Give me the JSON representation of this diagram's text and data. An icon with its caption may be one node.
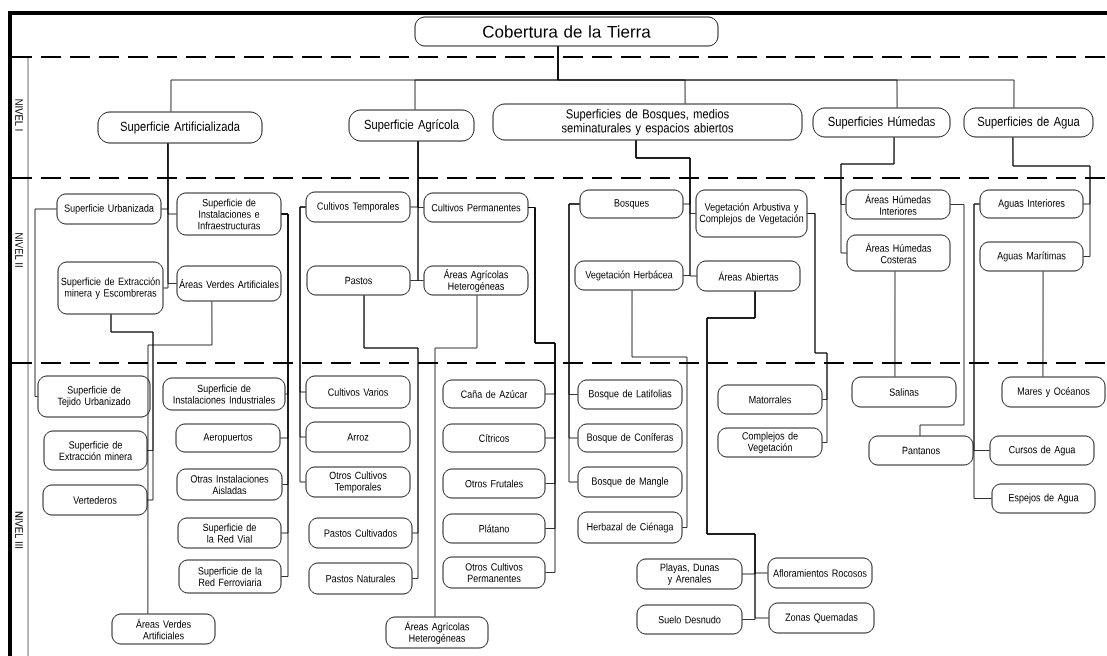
{
  "diagram": {
    "nodes": [
      {
        "text": [
          "Cobertura de la Tierra"
        ]
      },
      {
        "text": [
          "Superficie Artificializada"
        ]
      },
      {
        "text": [
          "Superficie Agrícola"
        ]
      },
      {
        "text": [
          "Superficies de Bosques, medios seminaturales y espacios abiertos"
        ]
      },
      {
        "text": [
          "Superficies Húmedas"
        ]
      },
      {
        "text": [
          "Superficies de Agua"
        ]
      },
      {
        "text": [
          "Superficie Urbanizada"
        ]
      },
      {
        "text": [
          "Superficie de Instalaciones e Infraestructuras"
        ]
      },
      {
        "text": [
          "Superficie de Extracción minera y Escombreras"
        ]
      },
      {
        "text": [
          "Áreas Verdes Artificiales"
        ]
      },
      {
        "text": [
          "Cultivos Temporales"
        ]
      },
      {
        "text": [
          "Cultivos Permanentes"
        ]
      },
      {
        "text": [
          "Pastos"
        ]
      },
      {
        "text": [
          "Áreas Agrícolas Heterogéneas"
        ]
      },
      {
        "text": [
          "Bosques"
        ]
      },
      {
        "text": [
          "Vegetación Arbustiva y Complejos de Vegetación"
        ]
      },
      {
        "text": [
          "Vegetación Herbácea"
        ]
      },
      {
        "text": [
          "Áreas Abiertas"
        ]
      },
      {
        "text": [
          "Áreas Húmedas Interiores"
        ]
      },
      {
        "text": [
          "Áreas Húmedas Costeras"
        ]
      },
      {
        "text": [
          "Aguas Interiores"
        ]
      },
      {
        "text": [
          "Aguas Marítimas"
        ]
      },
      {
        "text": [
          "Superficie de Tejido Urbanizado"
        ]
      },
      {
        "text": [
          "Superficie de Instalaciones Industriales"
        ]
      },
      {
        "text": [
          "Aeropuertos"
        ]
      },
      {
        "text": [
          "Otras Instalaciones Aisladas"
        ]
      },
      {
        "text": [
          "Superficie de la Red Vial"
        ]
      },
      {
        "text": [
          "Superficie de la Red Ferroviaria"
        ]
      },
      {
        "text": [
          "Superficie de Extracción minera"
        ]
      },
      {
        "text": [
          "Vertederos"
        ]
      },
      {
        "text": [
          "Áreas Verdes Artificiales"
        ]
      },
      {
        "text": [
          "Cultivos Varios"
        ]
      },
      {
        "text": [
          "Arroz"
        ]
      },
      {
        "text": [
          "Otros Cultivos Temporales"
        ]
      },
      {
        "text": [
          "Pastos Cultivados"
        ]
      },
      {
        "text": [
          "Pastos Naturales"
        ]
      },
      {
        "text": [
          "Áreas Agrícolas Heterogéneas"
        ]
      },
      {
        "text": [
          "Caña de Azúcar"
        ]
      },
      {
        "text": [
          "Cítricos"
        ]
      },
      {
        "text": [
          "Otros Frutales"
        ]
      },
      {
        "text": [
          "Plátano"
        ]
      },
      {
        "text": [
          "Otros Cultivos Permanentes"
        ]
      },
      {
        "text": [
          "Bosque de Latifolias"
        ]
      },
      {
        "text": [
          "Bosque de Coníferas"
        ]
      },
      {
        "text": [
          "Bosque de Mangle"
        ]
      },
      {
        "text": [
          "Herbazal de Ciénaga"
        ]
      },
      {
        "text": [
          "Matorrales"
        ]
      },
      {
        "text": [
          "Complejos de Vegetación"
        ]
      },
      {
        "text": [
          "Playas, Dunas y Arenales"
        ]
      },
      {
        "text": [
          "Afloramientos Rocosos"
        ]
      },
      {
        "text": [
          "Suelo Desnudo"
        ]
      },
      {
        "text": [
          "Zonas Quemadas"
        ]
      },
      {
        "text": [
          "Salinas"
        ]
      },
      {
        "text": [
          "Pantanos"
        ]
      },
      {
        "text": [
          "Cursos de Agua"
        ]
      },
      {
        "text": [
          "Espejos de Agua"
        ]
      },
      {
        "text": [
          "Mares y Océanos"
        ]
      }
    ],
    "edges": [
      {
        "from": 0,
        "to": 1,
        "arrow": "none"
      },
      {
        "from": 0,
        "to": 2,
        "arrow": "none"
      },
      {
        "from": 0,
        "to": 3,
        "arrow": "none"
      },
      {
        "from": 0,
        "to": 4,
        "arrow": "none"
      },
      {
        "from": 0,
        "to": 5,
        "arrow": "none"
      },
      {
        "from": 1,
        "to": 6,
        "arrow": "none"
      },
      {
        "from": 1,
        "to": 7,
        "arrow": "none"
      },
      {
        "from": 1,
        "to": 8,
        "arrow": "none"
      },
      {
        "from": 1,
        "to": 9,
        "arrow": "none"
      },
      {
        "from": 2,
        "to": 10,
        "arrow": "none"
      },
      {
        "from": 2,
        "to": 11,
        "arrow": "none"
      },
      {
        "from": 2,
        "to": 12,
        "arrow": "none"
      },
      {
        "from": 2,
        "to": 13,
        "arrow": "none"
      },
      {
        "from": 3,
        "to": 14,
        "arrow": "none"
      },
      {
        "from": 3,
        "to": 15,
        "arrow": "none"
      },
      {
        "from": 3,
        "to": 16,
        "arrow": "none"
      },
      {
        "from": 3,
        "to": 17,
        "arrow": "none"
      },
      {
        "from": 4,
        "to": 18,
        "arrow": "none"
      },
      {
        "from": 4,
        "to": 19,
        "arrow": "none"
      },
      {
        "from": 5,
        "to": 20,
        "arrow": "none"
      },
      {
        "from": 5,
        "to": 21,
        "arrow": "none"
      },
      {
        "from": 6,
        "to": 22,
        "arrow": "none"
      },
      {
        "from": 7,
        "to": 23,
        "arrow": "none"
      },
      {
        "from": 7,
        "to": 24,
        "arrow": "none"
      },
      {
        "from": 7,
        "to": 25,
        "arrow": "none"
      },
      {
        "from": 7,
        "to": 26,
        "arrow": "none"
      },
      {
        "from": 7,
        "to": 27,
        "arrow": "none"
      },
      {
        "from": 8,
        "to": 28,
        "arrow": "none"
      },
      {
        "from": 8,
        "to": 29,
        "arrow": "none"
      },
      {
        "from": 9,
        "to": 30,
        "arrow": "none"
      },
      {
        "from": 10,
        "to": 31,
        "arrow": "none"
      },
      {
        "from": 10,
        "to": 32,
        "arrow": "none"
      },
      {
        "from": 10,
        "to": 33,
        "arrow": "none"
      },
      {
        "from": 12,
        "to": 34,
        "arrow": "none"
      },
      {
        "from": 12,
        "to": 35,
        "arrow": "none"
      },
      {
        "from": 13,
        "to": 36,
        "arrow": "none"
      },
      {
        "from": 11,
        "to": 37,
        "arrow": "none"
      },
      {
        "from": 11,
        "to": 38,
        "arrow": "none"
      },
      {
        "from": 11,
        "to": 39,
        "arrow": "none"
      },
      {
        "from": 11,
        "to": 40,
        "arrow": "none"
      },
      {
        "from": 11,
        "to": 41,
        "arrow": "none"
      },
      {
        "from": 14,
        "to": 42,
        "arrow": "none"
      },
      {
        "from": 14,
        "to": 43,
        "arrow": "none"
      },
      {
        "from": 14,
        "to": 44,
        "arrow": "none"
      },
      {
        "from": 16,
        "to": 45,
        "arrow": "none"
      },
      {
        "from": 15,
        "to": 46,
        "arrow": "none"
      },
      {
        "from": 15,
        "to": 47,
        "arrow": "none"
      },
      {
        "from": 17,
        "to": 48,
        "arrow": "none"
      },
      {
        "from": 17,
        "to": 49,
        "arrow": "none"
      },
      {
        "from": 17,
        "to": 50,
        "arrow": "none"
      },
      {
        "from": 17,
        "to": 51,
        "arrow": "none"
      },
      {
        "from": 19,
        "to": 52,
        "arrow": "none"
      },
      {
        "from": 18,
        "to": 53,
        "arrow": "none"
      },
      {
        "from": 20,
        "to": 54,
        "arrow": "none"
      },
      {
        "from": 20,
        "to": 55,
        "arrow": "none"
      },
      {
        "from": 21,
        "to": 56,
        "arrow": "none"
      }
    ],
    "labels": [
      "NIVEL I",
      "NIVEL II",
      "NIVEL III"
    ]
  }
}
